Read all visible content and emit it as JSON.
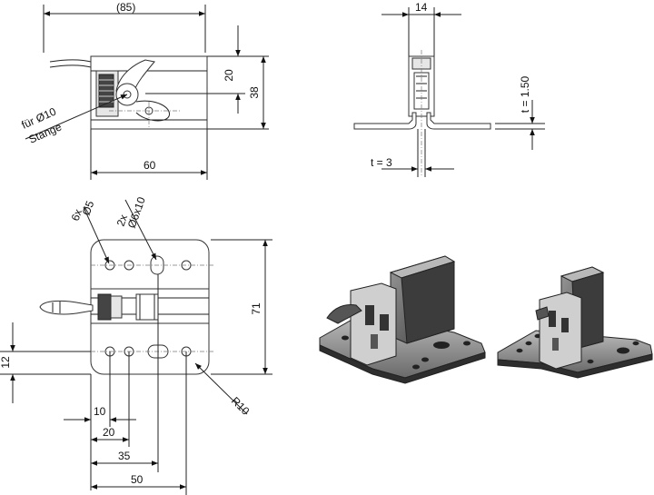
{
  "colors": {
    "line": "#222222",
    "part_fill": "#e6e6e6",
    "metal_dark": "#4a4a4a",
    "metal_light": "#d0d0d0",
    "background": "#ffffff"
  },
  "top_view": {
    "dim_overall_width": "(85)",
    "dim_height_small": "20",
    "dim_height_total": "38",
    "dim_base_length": "60",
    "rod_label_line1": "für Ø10",
    "rod_label_line2": "Stange"
  },
  "side_view": {
    "dim_width": "14",
    "dim_sheet": "t = 1.50",
    "dim_gap": "t = 3"
  },
  "plan_view": {
    "hole_small_line1": "Ø5",
    "hole_small_line2": "6x",
    "hole_slot_line1": "Ø6x10",
    "hole_slot_line2": "2x",
    "dim_height": "71",
    "dim_edge_offset": "12",
    "dim_radius": "R10",
    "dim_x1": "10",
    "dim_x2": "20",
    "dim_x3": "35",
    "dim_x4": "50"
  }
}
